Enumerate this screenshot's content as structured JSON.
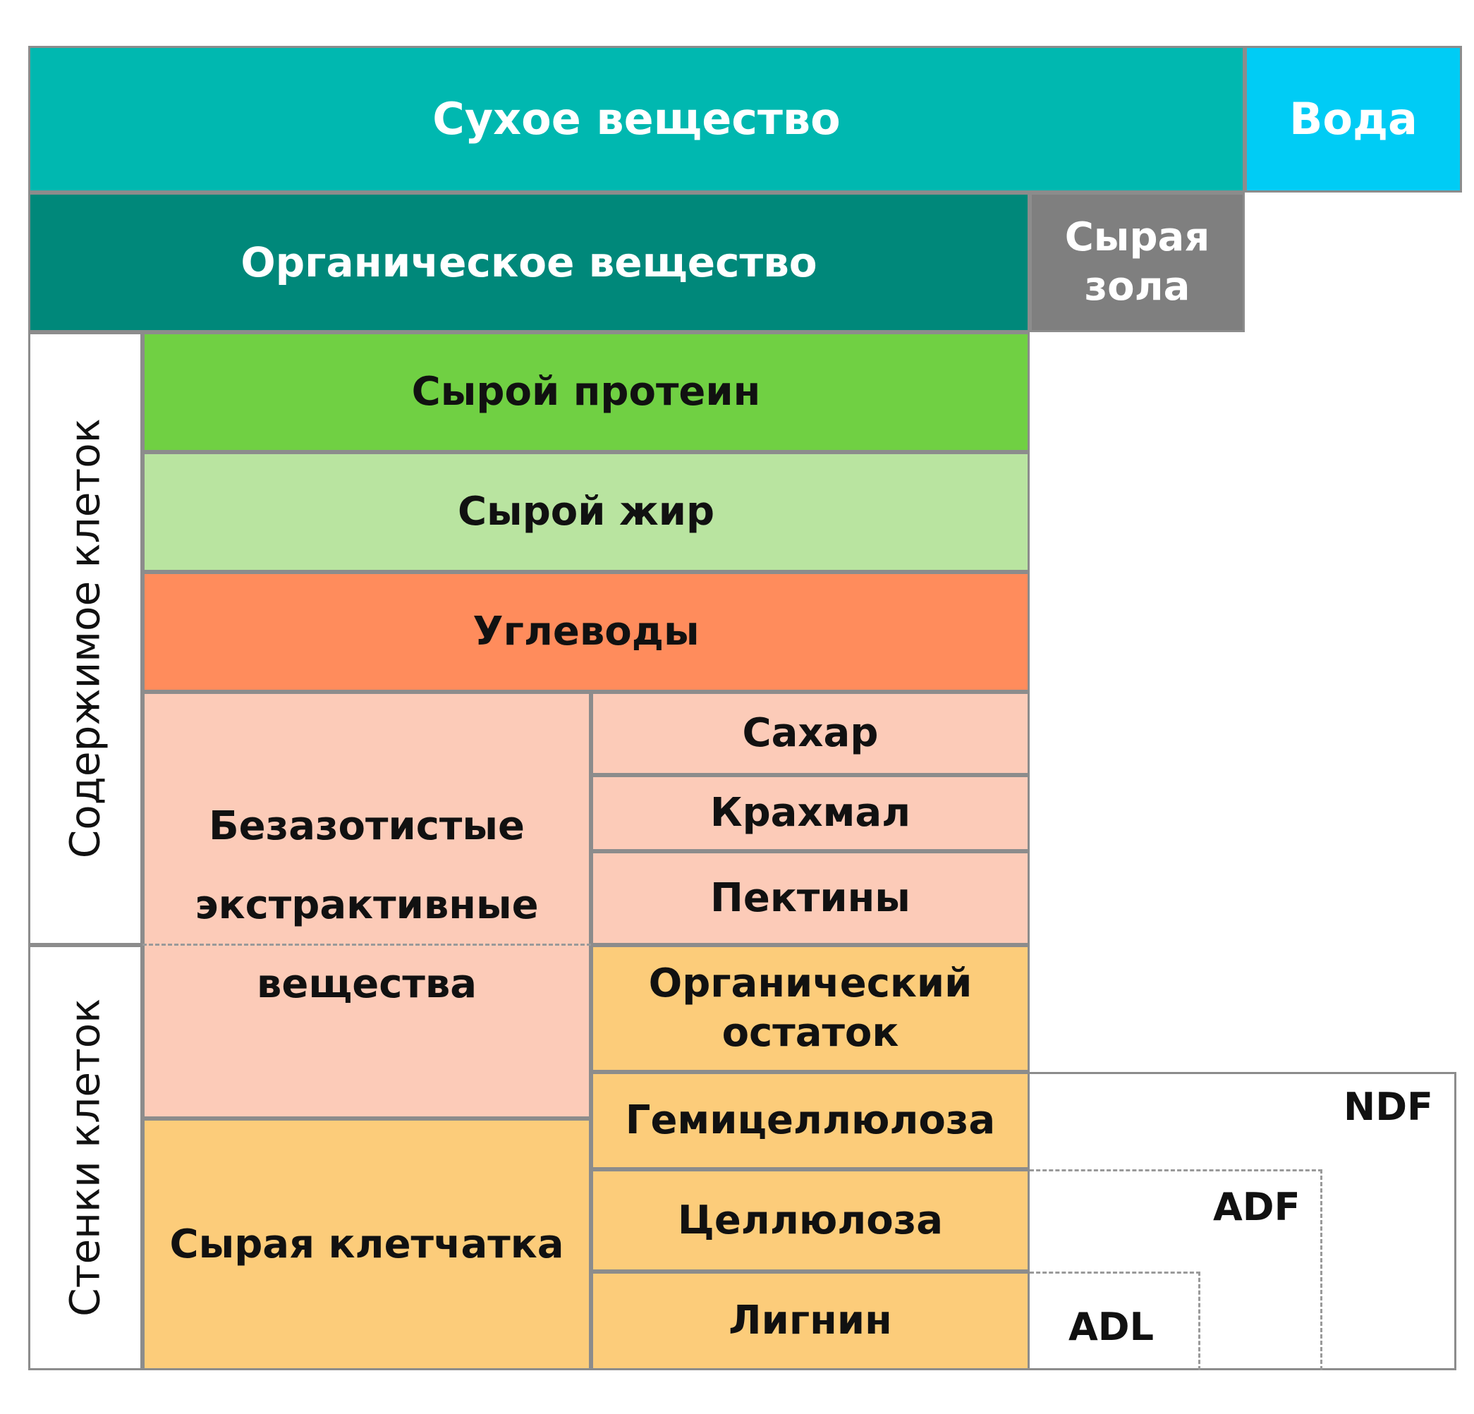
{
  "top": {
    "dry_matter": "Сухое вещество",
    "water": "Вода"
  },
  "second": {
    "organic_matter": "Органическое вещество",
    "crude_ash_line1": "Сырая",
    "crude_ash_line2": "зола"
  },
  "side": {
    "cell_contents": "Содержимое клеток",
    "cell_walls": "Стенки клеток"
  },
  "components": {
    "crude_protein": "Сырой протеин",
    "crude_fat": "Сырой жир",
    "carbohydrates": "Углеводы",
    "nfe_line1": "Безазотистые",
    "nfe_line2": "экстрактивные",
    "nfe_line3": "вещества",
    "sugar": "Сахар",
    "starch": "Крахмал",
    "pectins": "Пектины",
    "organic_residue_line1": "Органический",
    "organic_residue_line2": "остаток",
    "crude_fiber": "Сырая клетчатка",
    "hemicellulose": "Гемицеллюлоза",
    "cellulose": "Целлюлоза",
    "lignin": "Лигнин"
  },
  "fractions": {
    "ndf": "NDF",
    "adf": "ADF",
    "adl": "ADL"
  },
  "colors": {
    "dry_matter": "#00b8b0",
    "water": "#00ccf5",
    "organic_matter": "#00887a",
    "crude_ash": "#7f7f7f",
    "crude_protein": "#70d043",
    "crude_fat": "#b9e4a0",
    "carbohydrates": "#ff8c5c",
    "nfe_block": "#fccbb8",
    "fiber_block": "#fccc7a"
  }
}
